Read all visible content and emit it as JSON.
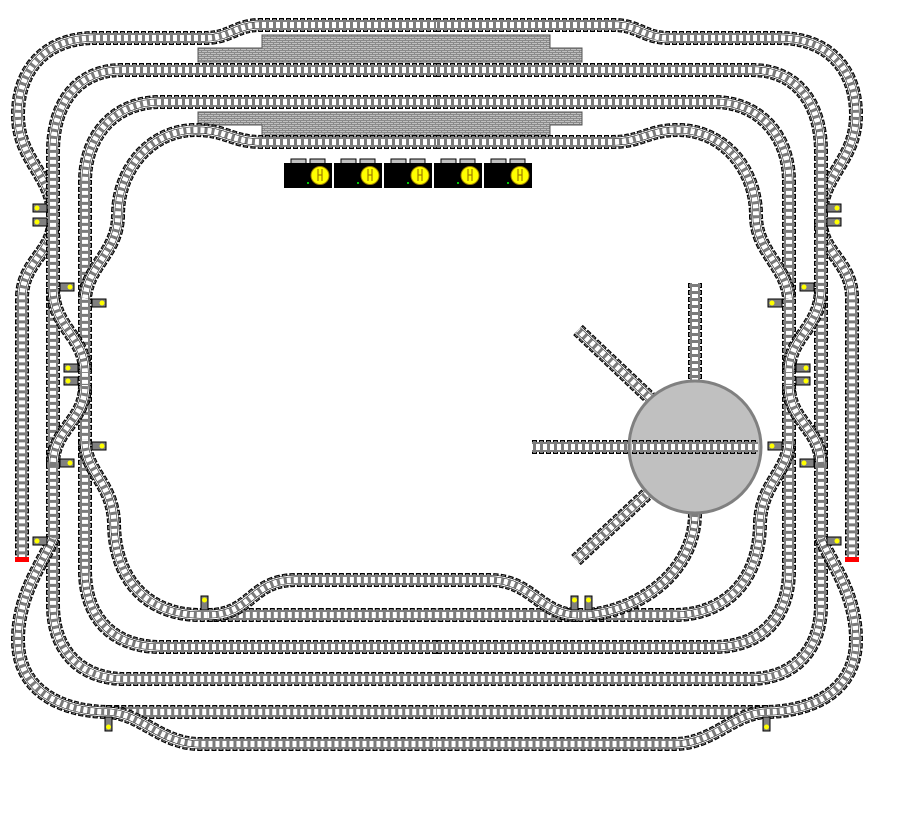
{
  "diagram": {
    "kind": "train track layout",
    "colors": {
      "background": "#ffffff",
      "sleeper": "#7b7b7b",
      "rail": "#ffffff",
      "outline": "#000000",
      "platform": "#c0c0c0",
      "turntable": "#c0c0c0",
      "turntable_border": "#808080",
      "signal_light": "#ffff00",
      "buffer_stop": "#ff0000",
      "controller_body": "#000000",
      "controller_dial": "#ffff00",
      "controller_led": "#00c800"
    },
    "controllers": [
      {
        "name": "controller-1",
        "led": "on"
      },
      {
        "name": "controller-2",
        "led": "on"
      },
      {
        "name": "controller-3",
        "led": "on"
      },
      {
        "name": "controller-4",
        "led": "on"
      },
      {
        "name": "controller-5",
        "led": "on"
      }
    ],
    "turntable_spokes": 5,
    "buffer_stops": 2
  }
}
